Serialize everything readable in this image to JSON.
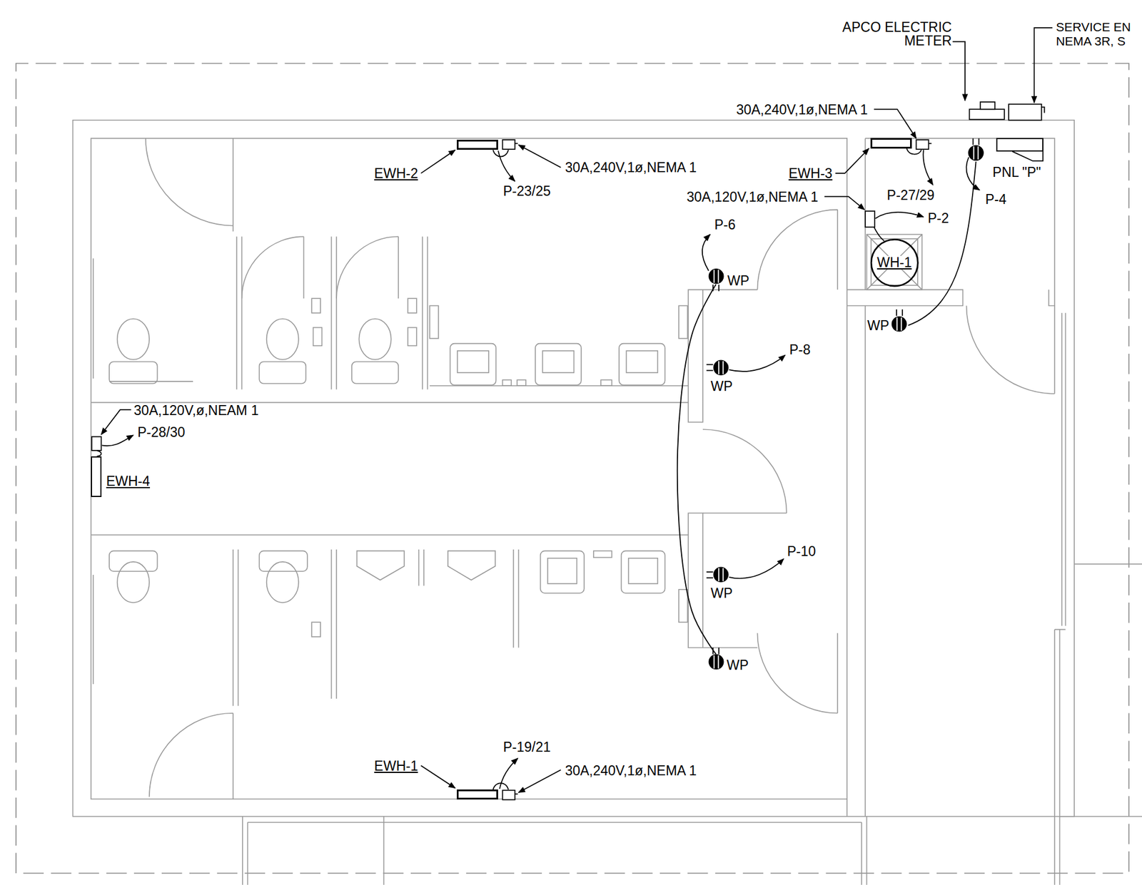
{
  "diagram": {
    "nodes": [
      {
        "text": [
          "EWH-2"
        ]
      },
      {
        "text": [
          "EWH-3"
        ]
      },
      {
        "text": [
          "PNL \"P\""
        ]
      },
      {
        "text": [
          "WH-1"
        ]
      },
      {
        "text": [
          "WP"
        ]
      },
      {
        "text": [
          "WP"
        ]
      },
      {
        "text": [
          "WP"
        ]
      },
      {
        "text": [
          "EWH-4"
        ]
      },
      {
        "text": [
          "WP"
        ]
      },
      {
        "text": [
          "WP"
        ]
      },
      {
        "text": [
          "EWH-1"
        ]
      }
    ],
    "edges": [
      {
        "from": 4,
        "to": 9,
        "arrow": "none"
      }
    ],
    "labels": [
      "APCO ELECTRIC METER",
      "SERVICE EN",
      "NEMA 3R, S",
      "30A,240V,1ø,NEMA 1",
      "30A,240V,1ø,NEMA 1",
      "P-23/25",
      "P-27/29",
      "P-4",
      "30A,120V,1ø,NEMA 1",
      "P-2",
      "P-6",
      "P-8",
      "30A,120V,ø,NEAM 1",
      "P-28/30",
      "P-10",
      "P-19/21",
      "30A,240V,1ø,NEMA 1"
    ]
  }
}
